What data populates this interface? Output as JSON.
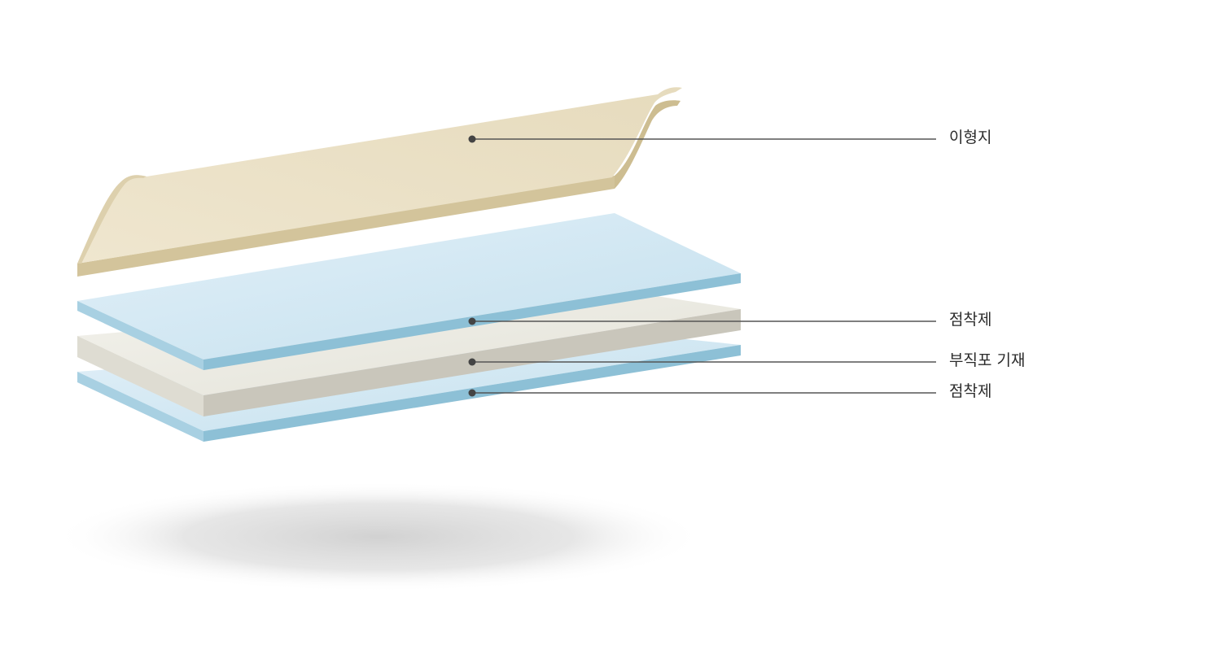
{
  "layers": [
    {
      "id": "release-paper",
      "label": "이형지",
      "face_color": "#ebe1c6",
      "edge_color": "#d3c49b"
    },
    {
      "id": "adhesive-top",
      "label": "점착제",
      "face_color": "#cfe6f2",
      "edge_color": "#8dc0d6"
    },
    {
      "id": "nonwoven-base",
      "label": "부직포 기재",
      "face_color": "#ecebe3",
      "edge_color": "#c9c6bb"
    },
    {
      "id": "adhesive-bottom",
      "label": "점착제",
      "face_color": "#cfe6f2",
      "edge_color": "#8dc0d6"
    }
  ],
  "colors": {
    "leader_line": "#555555",
    "dot": "#444444",
    "label_text": "#2b2b2b",
    "shadow": "#d6d6d6"
  }
}
